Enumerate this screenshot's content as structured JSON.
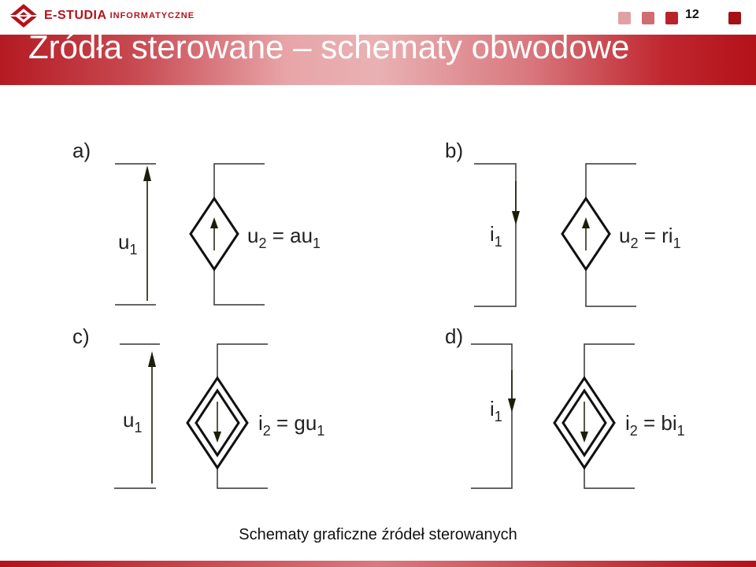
{
  "header": {
    "logo_text": "E-STUDIA",
    "logo_subtext": "INFORMATYCZNE",
    "page_number": "12",
    "square_colors": [
      "#e0a1a4",
      "#cf6d73",
      "#b8232b",
      "#a50f16"
    ]
  },
  "title": "Źródła sterowane – schematy obwodowe",
  "diagrams": {
    "a": {
      "label": "a)",
      "control_var": "u",
      "control_sub": "1",
      "output_lhs": "u",
      "output_sub": "2",
      "output_rhs": " = au",
      "output_rhs_sub": "1"
    },
    "b": {
      "label": "b)",
      "control_var": "i",
      "control_sub": "1",
      "output_lhs": "u",
      "output_sub": "2",
      "output_rhs": " = ri",
      "output_rhs_sub": "1"
    },
    "c": {
      "label": "c)",
      "control_var": "u",
      "control_sub": "1",
      "output_lhs": "i",
      "output_sub": "2",
      "output_rhs": " = gu",
      "output_rhs_sub": "1"
    },
    "d": {
      "label": "d)",
      "control_var": "i",
      "control_sub": "1",
      "output_lhs": "i",
      "output_sub": "2",
      "output_rhs": " = bi",
      "output_rhs_sub": "1"
    }
  },
  "caption": "Schematy graficzne źródeł sterowanych",
  "colors": {
    "accent": "#b5121b",
    "line": "#333333",
    "arrow": "#1a1f0a"
  }
}
